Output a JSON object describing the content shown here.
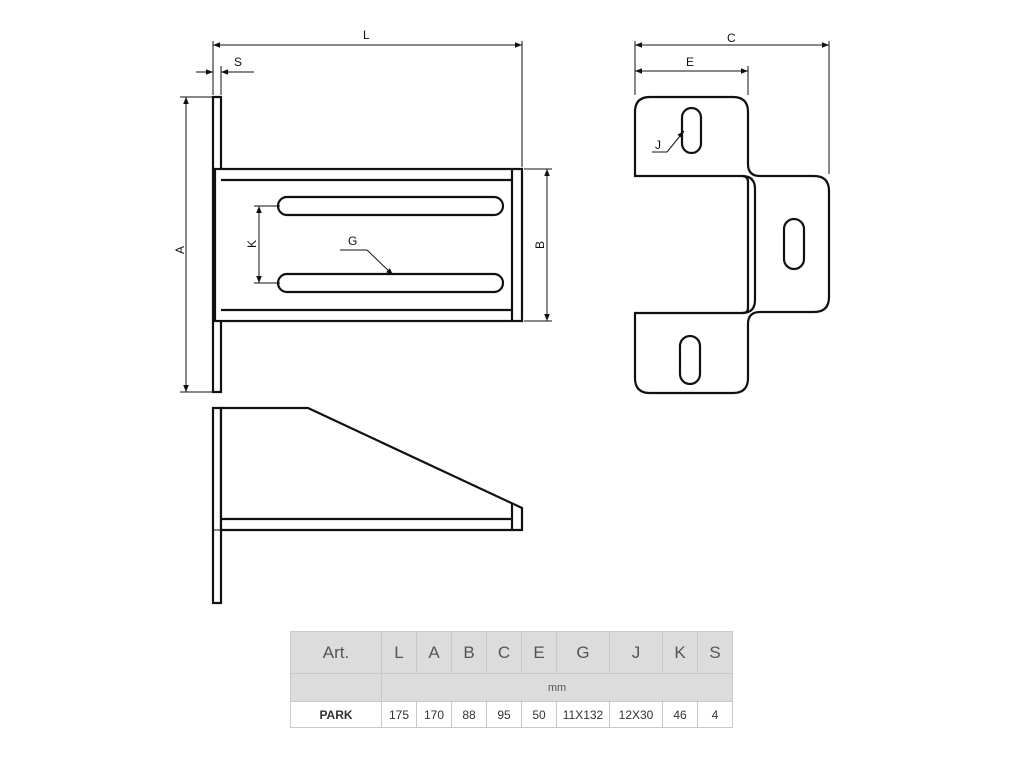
{
  "drawing": {
    "dim_labels": {
      "L": "L",
      "S": "S",
      "A": "A",
      "B": "B",
      "K": "K",
      "G": "G",
      "C": "C",
      "E": "E",
      "J": "J"
    }
  },
  "table": {
    "header": [
      "Art.",
      "L",
      "A",
      "B",
      "C",
      "E",
      "G",
      "J",
      "K",
      "S"
    ],
    "unit": "mm",
    "row": [
      "PARK",
      "175",
      "170",
      "88",
      "95",
      "50",
      "11X132",
      "12X30",
      "46",
      "4"
    ]
  }
}
